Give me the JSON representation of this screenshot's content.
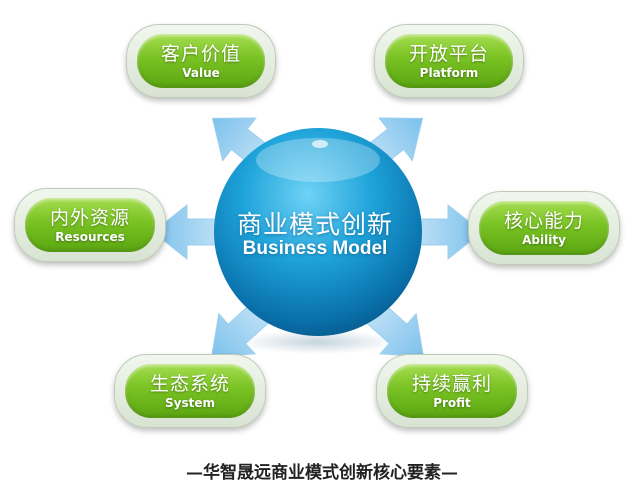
{
  "center": {
    "title_cn": "商业模式创新",
    "title_en": "Business Model"
  },
  "nodes": [
    {
      "id": "value",
      "cn": "客户价值",
      "en": "Value"
    },
    {
      "id": "platform",
      "cn": "开放平台",
      "en": "Platform"
    },
    {
      "id": "resources",
      "cn": "内外资源",
      "en": "Resources"
    },
    {
      "id": "ability",
      "cn": "核心能力",
      "en": "Ability"
    },
    {
      "id": "system",
      "cn": "生态系统",
      "en": "System"
    },
    {
      "id": "profit",
      "cn": "持续赢利",
      "en": "Profit"
    }
  ],
  "caption": "—华智晟远商业模式创新核心要素—",
  "colors": {
    "pill_green": "#79c223",
    "sphere_blue": "#1e9fd6",
    "arrow_blue": "#7ec3ee"
  }
}
